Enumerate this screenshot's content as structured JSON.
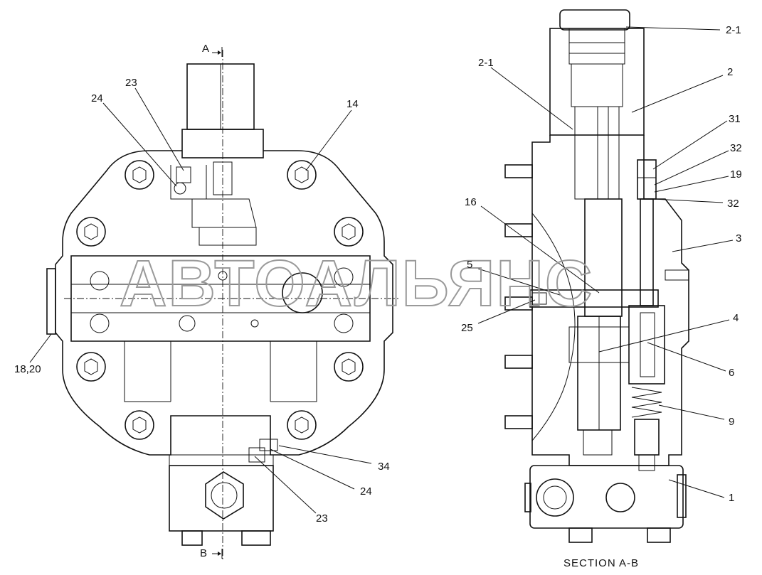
{
  "labels": {
    "section_a": "A",
    "section_b": "B",
    "caption": "SECTION  A-B",
    "watermark": "АВТОАЛЬЯНС",
    "left_view": [
      "24",
      "23",
      "14",
      "18,20",
      "34",
      "24",
      "23"
    ],
    "right_view": [
      "2-1",
      "2-1",
      "2",
      "31",
      "32",
      "19",
      "32",
      "3",
      "16",
      "5",
      "25",
      "4",
      "6",
      "9",
      "1"
    ]
  },
  "colors": {
    "line": "#111111",
    "watermark": "#9a9a9a",
    "background": "#ffffff"
  }
}
